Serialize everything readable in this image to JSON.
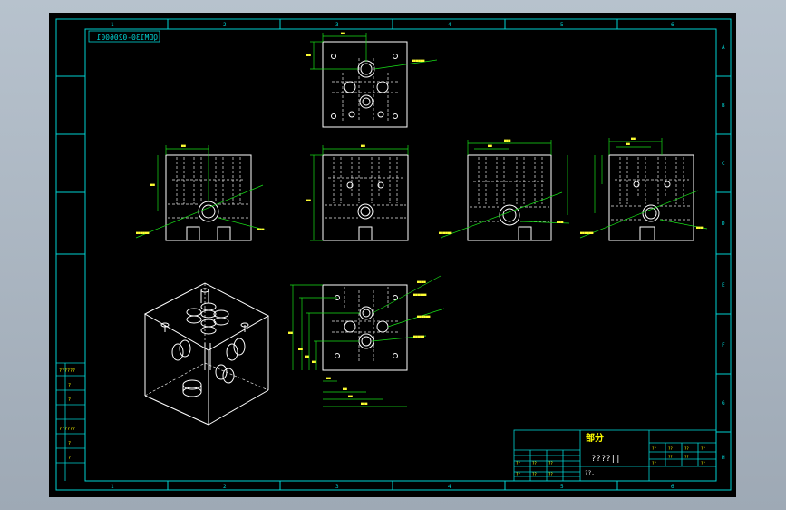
{
  "colors": {
    "canvas": "#000000",
    "frame": "#00d2d2",
    "drawing": "#ffffff",
    "dashed": "#e8e8e8",
    "dimension": "#18e018",
    "dimension_text": "#ffff33",
    "label_text": "#ffff00"
  },
  "border": {
    "column_numbers": [
      "1",
      "2",
      "3",
      "4",
      "5",
      "6"
    ],
    "row_letters": [
      "A",
      "B",
      "C",
      "D",
      "E",
      "F",
      "G",
      "H"
    ]
  },
  "stamp": {
    "code": "QDM130-0206001"
  },
  "side_table": {
    "labels": [
      "??????",
      "?",
      "?",
      "??????",
      "?",
      "?"
    ]
  },
  "title_block": {
    "part_name": "部分",
    "title_field": "????||",
    "sub_field": "??.",
    "header_cells": [
      "??",
      "??",
      "??",
      "??"
    ],
    "small_cells": [
      "??",
      "??",
      "??",
      "??"
    ],
    "left_cells": [
      "??",
      "??",
      "??",
      "??",
      "??",
      "??"
    ]
  }
}
